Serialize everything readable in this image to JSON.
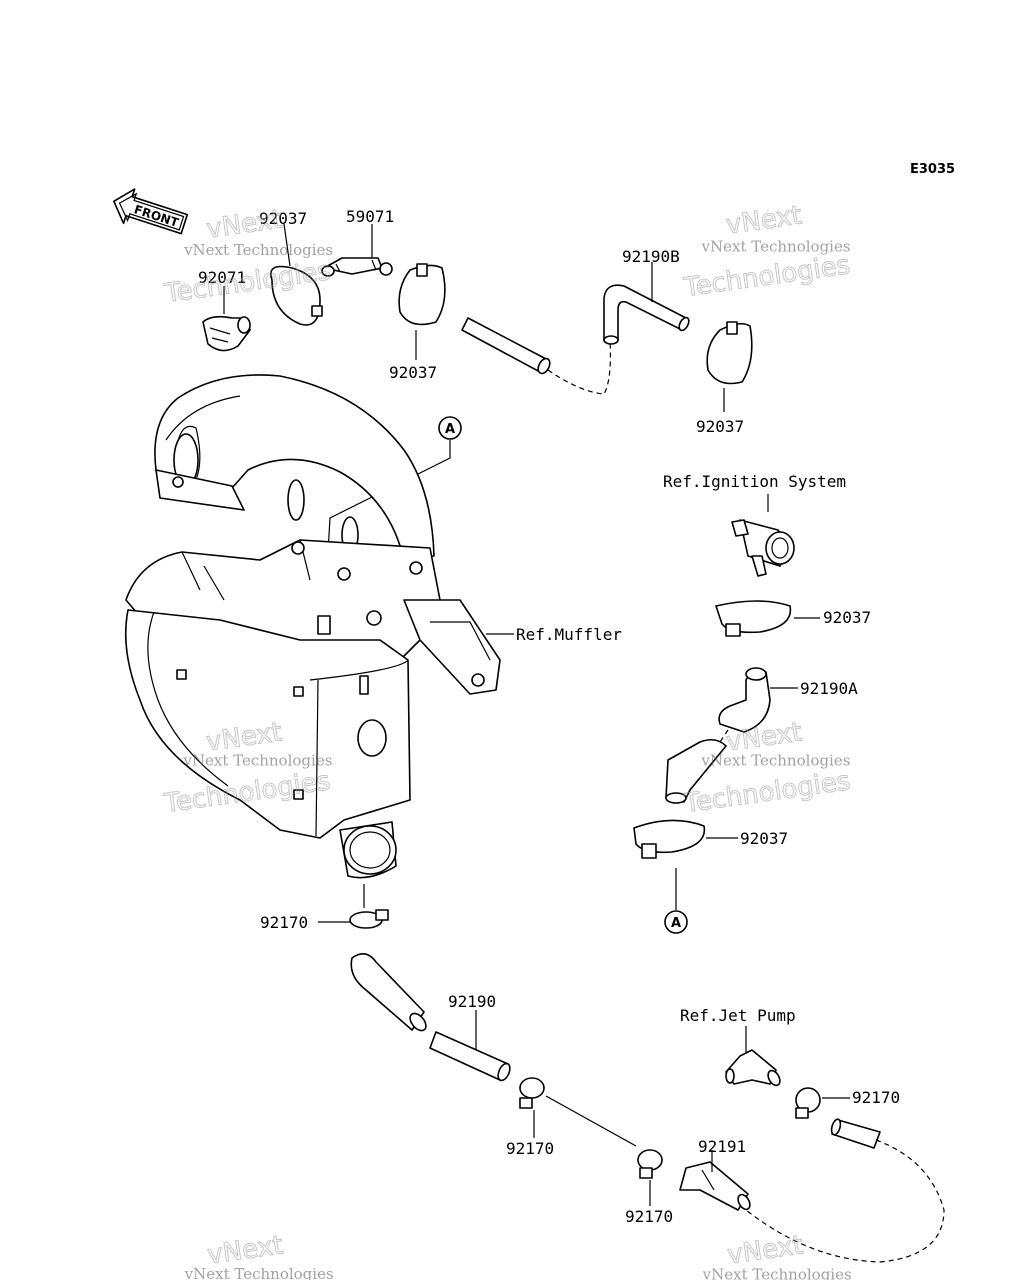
{
  "diagram_code": "E3035",
  "front_label": "FRONT",
  "watermark": {
    "line1": "vNext Technologies",
    "outline1": "vNext",
    "outline2": "Technologies"
  },
  "callout": "A",
  "labels": {
    "p92037_a": "92037",
    "p59071": "59071",
    "p92071": "92071",
    "p92037_b": "92037",
    "p92190B": "92190B",
    "p92037_c": "92037",
    "ref_ignition": "Ref.Ignition System",
    "p92037_d": "92037",
    "p92190A": "92190A",
    "ref_muffler": "Ref.Muffler",
    "p92037_e": "92037",
    "p92170_a": "92170",
    "p92190": "92190",
    "ref_jet_pump": "Ref.Jet Pump",
    "p92170_b": "92170",
    "p92170_c": "92170",
    "p92191": "92191",
    "p92170_d": "92170"
  }
}
